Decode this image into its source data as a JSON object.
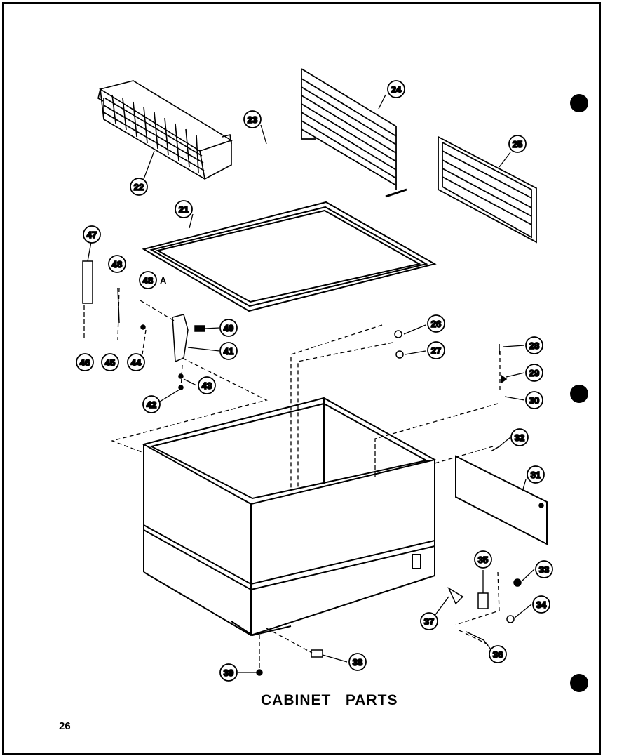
{
  "title": "CABINET   PARTS",
  "page_number": "26",
  "callout_suffix_48": "A",
  "callouts": {
    "c21": "21",
    "c22": "22",
    "c23": "23",
    "c24": "24",
    "c25": "25",
    "c26": "26",
    "c27": "27",
    "c28": "28",
    "c29": "29",
    "c30": "30",
    "c31": "31",
    "c32": "32",
    "c33": "33",
    "c34": "34",
    "c35": "35",
    "c36": "36",
    "c37": "37",
    "c38": "38",
    "c39": "39",
    "c40": "40",
    "c41": "41",
    "c42": "42",
    "c43": "43",
    "c44": "44",
    "c45": "45",
    "c46": "46",
    "c47": "47",
    "c48": "48",
    "c48a": "48"
  }
}
